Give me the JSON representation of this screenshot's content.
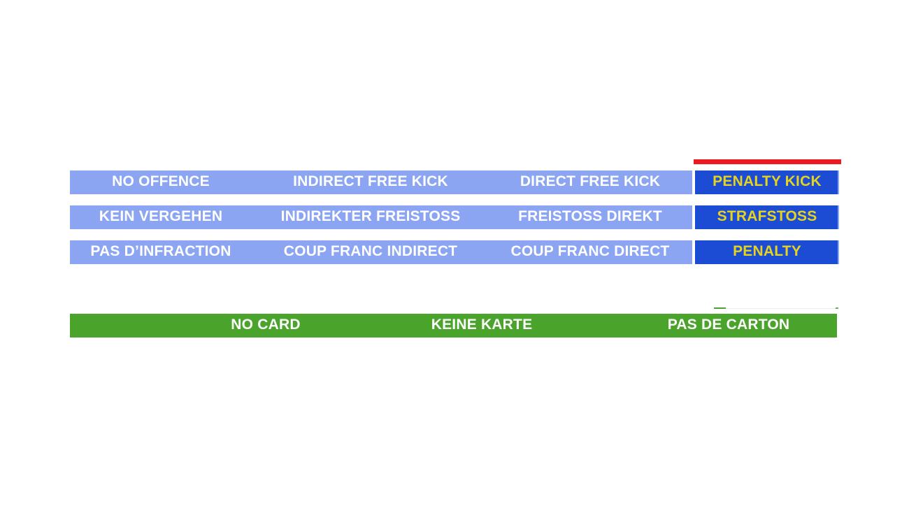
{
  "offence_table": {
    "rows": [
      {
        "cells": [
          "NO OFFENCE",
          "INDIRECT FREE KICK",
          "DIRECT FREE KICK"
        ],
        "penalty": "PENALTY KICK"
      },
      {
        "cells": [
          "KEIN VERGEHEN",
          "INDIREKTER FREISTOSS",
          "FREISTOSS DIREKT"
        ],
        "penalty": "STRAFSTOSS"
      },
      {
        "cells": [
          "PAS D’INFRACTION",
          "COUP FRANC INDIRECT",
          "COUP FRANC DIRECT"
        ],
        "penalty": "PENALTY"
      }
    ]
  },
  "card_bar": {
    "labels": [
      "NO CARD",
      "KEINE KARTE",
      "PAS DE CARTON"
    ]
  },
  "colors": {
    "light_blue": "#8CA5F2",
    "dark_blue": "#1C4BD4",
    "highlight_red": "#EC1B23",
    "green": "#4AA32B",
    "yellow_text": "#E5D41F",
    "white_text": "#FFFFFF"
  }
}
